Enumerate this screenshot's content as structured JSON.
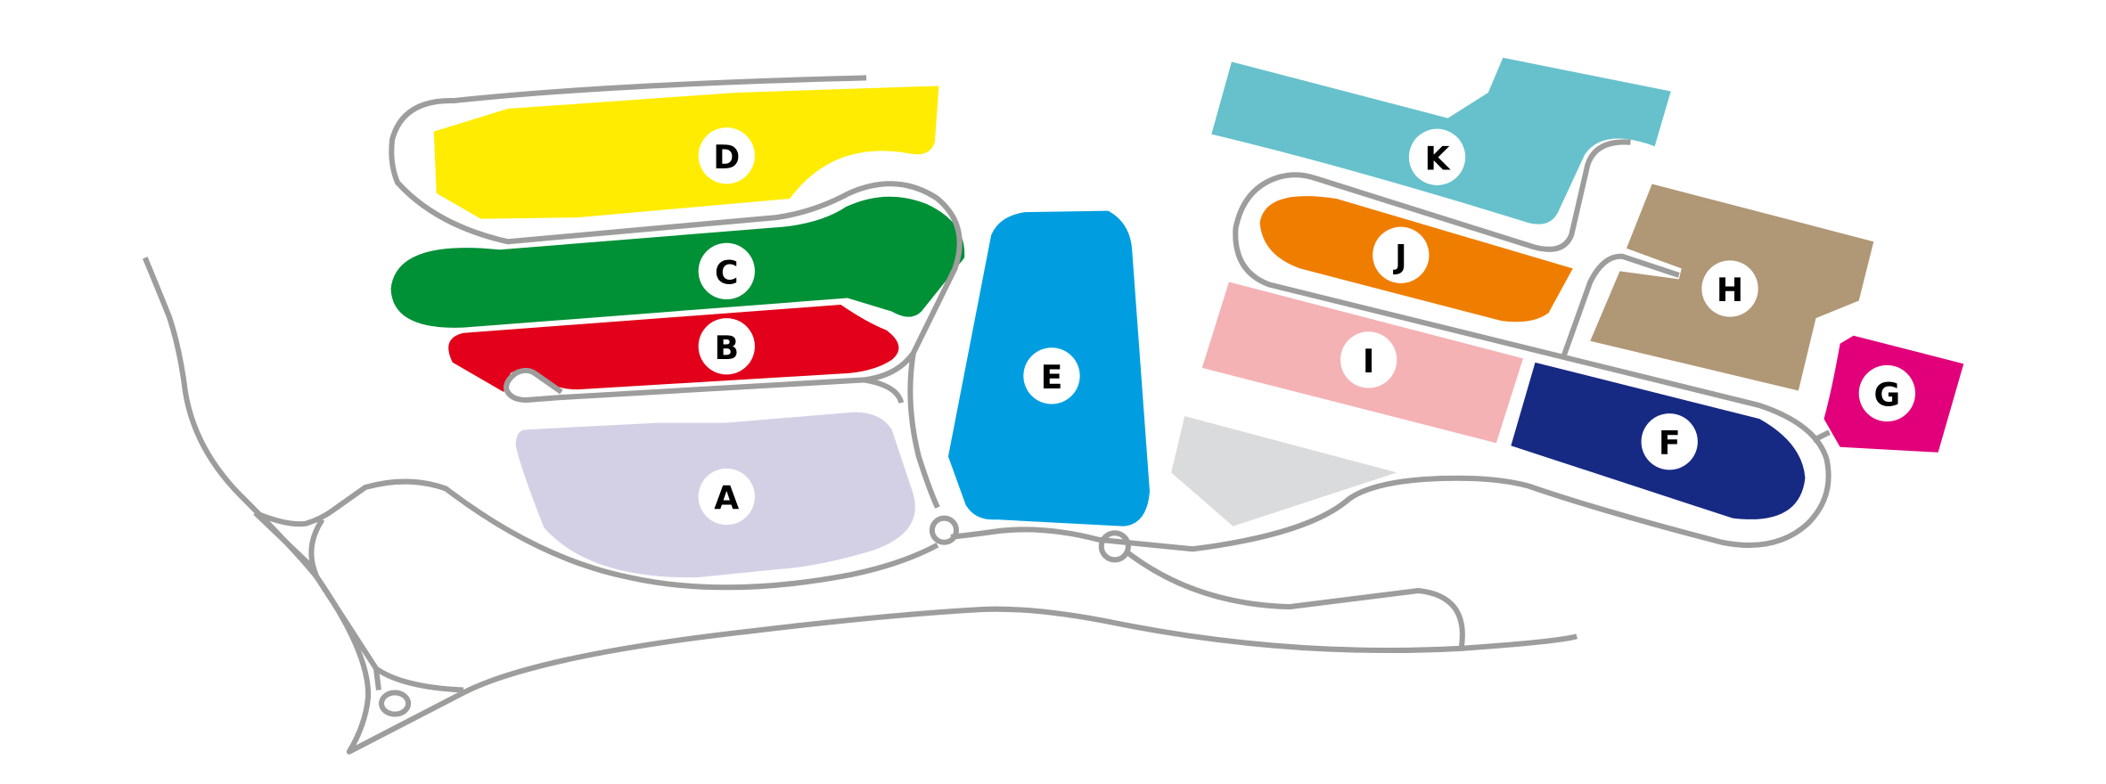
{
  "title": "Hall site plan",
  "colors": {
    "road": "#9d9d9c",
    "label_bg": "#ffffff",
    "unassigned_area": "#dadbdd"
  },
  "halls": [
    {
      "id": "A",
      "label": "A",
      "color": "#d3d0e6"
    },
    {
      "id": "B",
      "label": "B",
      "color": "#e2001a"
    },
    {
      "id": "C",
      "label": "C",
      "color": "#009036"
    },
    {
      "id": "D",
      "label": "D",
      "color": "#ffec00"
    },
    {
      "id": "E",
      "label": "E",
      "color": "#009ee0"
    },
    {
      "id": "F",
      "label": "F",
      "color": "#162983"
    },
    {
      "id": "G",
      "label": "G",
      "color": "#e2007a"
    },
    {
      "id": "H",
      "label": "H",
      "color": "#b09776"
    },
    {
      "id": "I",
      "label": "I",
      "color": "#f4b2b5"
    },
    {
      "id": "J",
      "label": "J",
      "color": "#ef7d00"
    },
    {
      "id": "K",
      "label": "K",
      "color": "#66c1cc"
    }
  ]
}
